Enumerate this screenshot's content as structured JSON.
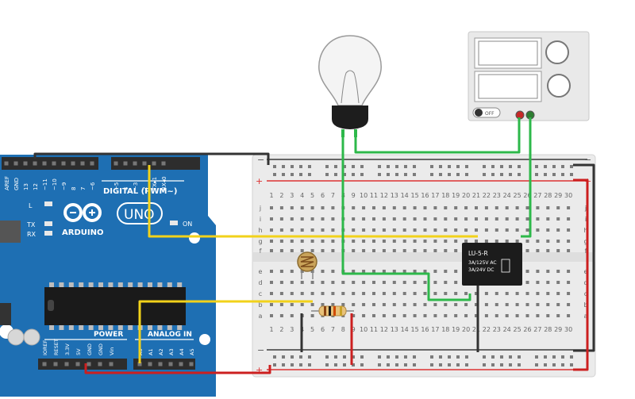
{
  "arduino": {
    "brand": "ARDUINO",
    "model": "UNO",
    "digital_label": "DIGITAL (PWM~)",
    "power_label": "POWER",
    "analog_label": "ANALOG IN",
    "on_label": "ON",
    "led_l": "L",
    "led_tx": "TX",
    "led_rx": "RX",
    "digital_pins": [
      "AREF",
      "GND",
      "13",
      "12",
      "~11",
      "~10",
      "~9",
      "8",
      "7",
      "~6",
      "~5",
      "4",
      "~3",
      "2",
      "TX▸1",
      "RX◂0"
    ],
    "power_pins": [
      "IOREF",
      "RESET",
      "3.3V",
      "5V",
      "GND",
      "GND",
      "Vin"
    ],
    "analog_pins": [
      "A0",
      "A1",
      "A2",
      "A3",
      "A4",
      "A5"
    ],
    "board_color": "#1e6fb3"
  },
  "relay": {
    "model": "LU-5-R",
    "rating1": "3A/125V AC",
    "rating2": "3A/24V  DC"
  },
  "power_supply": {
    "switch_label": "OFF"
  },
  "breadboard": {
    "columns": [
      "1",
      "2",
      "3",
      "4",
      "5",
      "6",
      "7",
      "8",
      "9",
      "10",
      "11",
      "12",
      "13",
      "14",
      "15",
      "16",
      "17",
      "18",
      "19",
      "20",
      "21",
      "22",
      "23",
      "24",
      "25",
      "26",
      "27",
      "28",
      "29",
      "30"
    ],
    "rows_top": [
      "j",
      "i",
      "h",
      "g",
      "f"
    ],
    "rows_bottom": [
      "e",
      "d",
      "c",
      "b",
      "a"
    ],
    "rail_minus": "−",
    "rail_plus": "+"
  },
  "wire_colors": {
    "signal": "#f2d21a",
    "lamp": "#2db84a",
    "ground": "#333333",
    "power": "#cc1f1f"
  }
}
